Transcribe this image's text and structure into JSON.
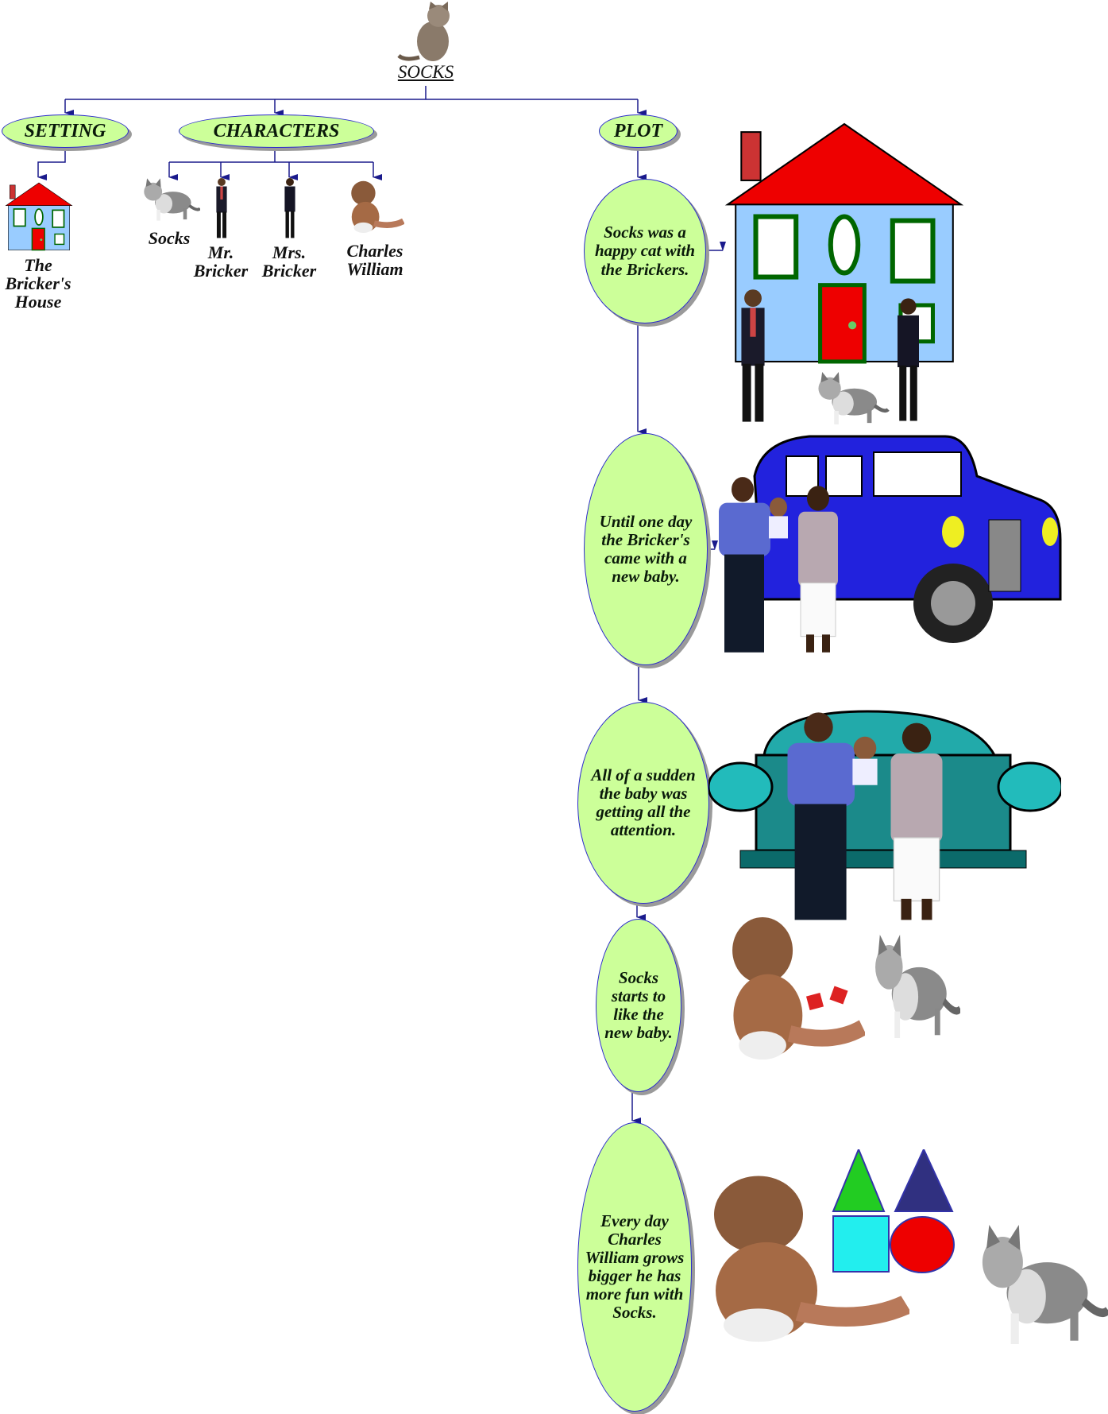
{
  "root": {
    "label": "SOCKS"
  },
  "categories": [
    {
      "label": "SETTING"
    },
    {
      "label": "CHARACTERS"
    },
    {
      "label": "PLOT"
    }
  ],
  "setting": {
    "items": [
      {
        "label": "The Bricker's House"
      }
    ]
  },
  "characters": {
    "items": [
      {
        "label": "Socks"
      },
      {
        "label": "Mr. Bricker"
      },
      {
        "label": "Mrs. Bricker"
      },
      {
        "label": "Charles William"
      }
    ]
  },
  "plot": {
    "events": [
      {
        "text": "Socks was a happy cat with the Brickers."
      },
      {
        "text": "Until one day the Bricker's came with a new baby."
      },
      {
        "text": "All of a sudden the baby was getting all the attention."
      },
      {
        "text": "Socks starts to like the new baby."
      },
      {
        "text": "Every day Charles William grows bigger he has more fun with Socks."
      }
    ]
  },
  "colors": {
    "node_fill": "#ccff99",
    "connector": "#1a1a8c",
    "node_border": "#2b2bcc"
  }
}
